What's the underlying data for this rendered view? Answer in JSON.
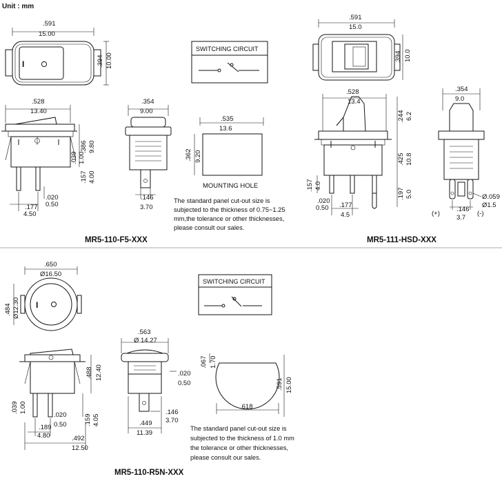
{
  "unit_label": "Unit : mm",
  "models": {
    "f5": "MR5-110-F5-XXX",
    "hsd": "MR5-111-HSD-XXX",
    "r5n": "MR5-110-R5N-XXX"
  },
  "switching_circuit": "SWITCHING   CIRCUIT",
  "mounting_hole": "MOUNTING HOLE",
  "note_top": [
    "The standard panel cut-out size is",
    "subjected to the thickness of 0.75~1.25",
    "mm,the tolerance or other thicknesses,",
    "please consult our sales."
  ],
  "note_bottom": [
    "The standard panel cut-out size is",
    "subjected to the thickness of 1.0 mm",
    "the tolerance or other thicknesses,",
    "please consult our sales."
  ],
  "symbols": {
    "on": "I",
    "off": "O",
    "plus": "(+)",
    "minus": "(-)"
  },
  "dims": {
    "f5_w_in": ".591",
    "f5_w_mm": "15.00",
    "f5_h_in": ".394",
    "f5_h_mm": "10.00",
    "f5_body_in": ".528",
    "f5_body_mm": "13.40",
    "f5_ht_in": ".386",
    "f5_ht_mm": "9.80",
    "f5_flange_in": ".039",
    "f5_flange_mm": "1.00",
    "f5_term_in": ".157",
    "f5_term_mm": "4.00",
    "f5_tt_in": ".020",
    "f5_tt_mm": "0.50",
    "f5_pitch_in": ".177",
    "f5_pitch_mm": "4.50",
    "f5_side_in": ".354",
    "f5_side_mm": "9.00",
    "f5_tw_in": ".146",
    "f5_tw_mm": "3.70",
    "mh_w_in": ".535",
    "mh_w_mm": "13.6",
    "mh_h_in": ".362",
    "mh_h_mm": "9.20",
    "hsd_w_in": ".591",
    "hsd_w_mm": "15.0",
    "hsd_h_in": ".394",
    "hsd_h_mm": "10.0",
    "hsd_body_in": ".528",
    "hsd_body_mm": "13.4",
    "hsd_act_in": ".244",
    "hsd_act_mm": "6.2",
    "hsd_bh_in": ".425",
    "hsd_bh_mm": "10.8",
    "hsd_term_in": ".197",
    "hsd_term_mm": "5.0",
    "hsd_tl_in": ".157",
    "hsd_tl_mm": "4.0",
    "hsd_tt_in": ".020",
    "hsd_tt_mm": "0.50",
    "hsd_pitch_in": ".177",
    "hsd_pitch_mm": "4.5",
    "hsd_side_in": ".354",
    "hsd_side_mm": "9.0",
    "hsd_hole1_in": "Ø.059",
    "hsd_hole1_mm": "Ø1.5",
    "hsd_tw_in": ".146",
    "hsd_tw_mm": "3.7",
    "r5n_d_in": ".650",
    "r5n_d_mm": "Ø16.50",
    "r5n_h_in": ".484",
    "r5n_h_mm": "Ø12.30",
    "r5n_bh_in": ".488",
    "r5n_bh_mm": "12.40",
    "r5n_fl_in": ".039",
    "r5n_fl_mm": "1.00",
    "r5n_tt_in": ".020",
    "r5n_tt_mm": "0.50",
    "r5n_term_in": ".159",
    "r5n_term_mm": "4.05",
    "r5n_p1_in": ".189",
    "r5n_p1_mm": "4.80",
    "r5n_p2_in": ".492",
    "r5n_p2_mm": "12.50",
    "r5n_side_in": ".563",
    "r5n_side_mm": "Ø 14.27",
    "r5n_stt_in": ".020",
    "r5n_stt_mm": "0.50",
    "r5n_tw_in": ".146",
    "r5n_tw_mm": "3.70",
    "r5n_bw_in": ".449",
    "r5n_bw_mm": "11.39",
    "r5n_cut_in": ".067",
    "r5n_cut_mm": "1.70",
    "r5n_cd_in": ".591",
    "r5n_cd_mm": "15.00",
    "r5n_cw_in": ".618"
  }
}
